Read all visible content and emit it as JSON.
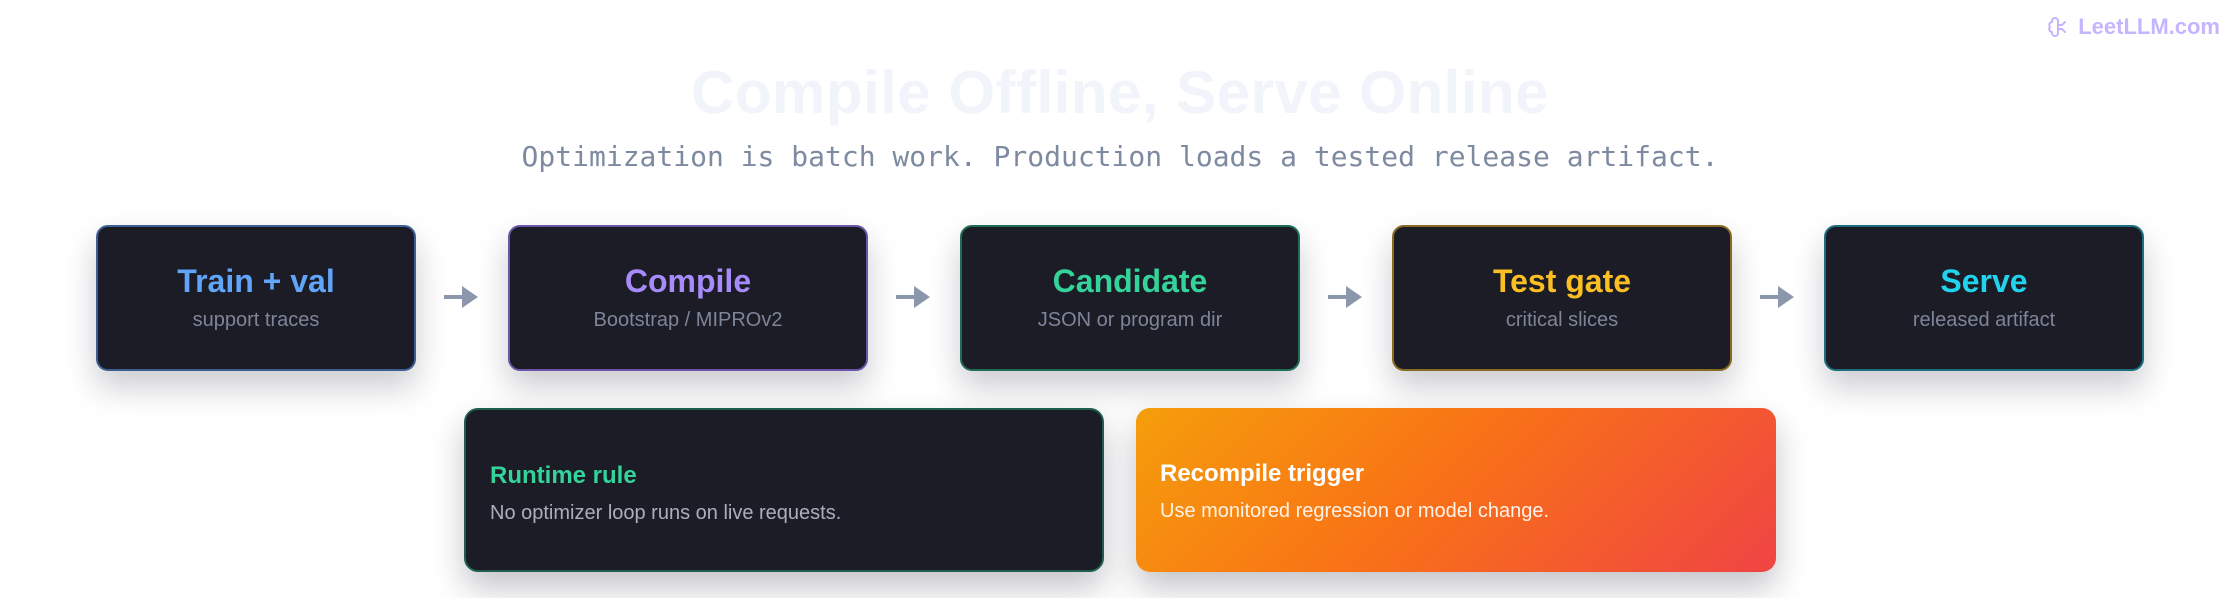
{
  "brand": {
    "name": "LeetLLM.com",
    "icon": "brain-icon",
    "color": "#c4b5fd"
  },
  "title": "Compile Offline, Serve Online",
  "subtitle": "Optimization is batch work. Production loads a tested release artifact.",
  "stages": [
    {
      "title": "Train + val",
      "subtitle": "support traces",
      "color": "#60a5fa",
      "border": "#3d5f94"
    },
    {
      "title": "Compile",
      "subtitle": "Bootstrap / MIPROv2",
      "color": "#a78bfa",
      "border": "#6c55a8"
    },
    {
      "title": "Candidate",
      "subtitle": "JSON or program dir",
      "color": "#34d399",
      "border": "#1f6d55"
    },
    {
      "title": "Test gate",
      "subtitle": "critical slices",
      "color": "#fbbf24",
      "border": "#8a6a22"
    },
    {
      "title": "Serve",
      "subtitle": "released artifact",
      "color": "#22d3ee",
      "border": "#1b6f7d"
    }
  ],
  "arrow_color": "#8c97ab",
  "cards": [
    {
      "title": "Runtime rule",
      "text": "No optimizer loop runs on live requests."
    },
    {
      "title": "Recompile trigger",
      "text": "Use monitored regression or model change."
    }
  ]
}
